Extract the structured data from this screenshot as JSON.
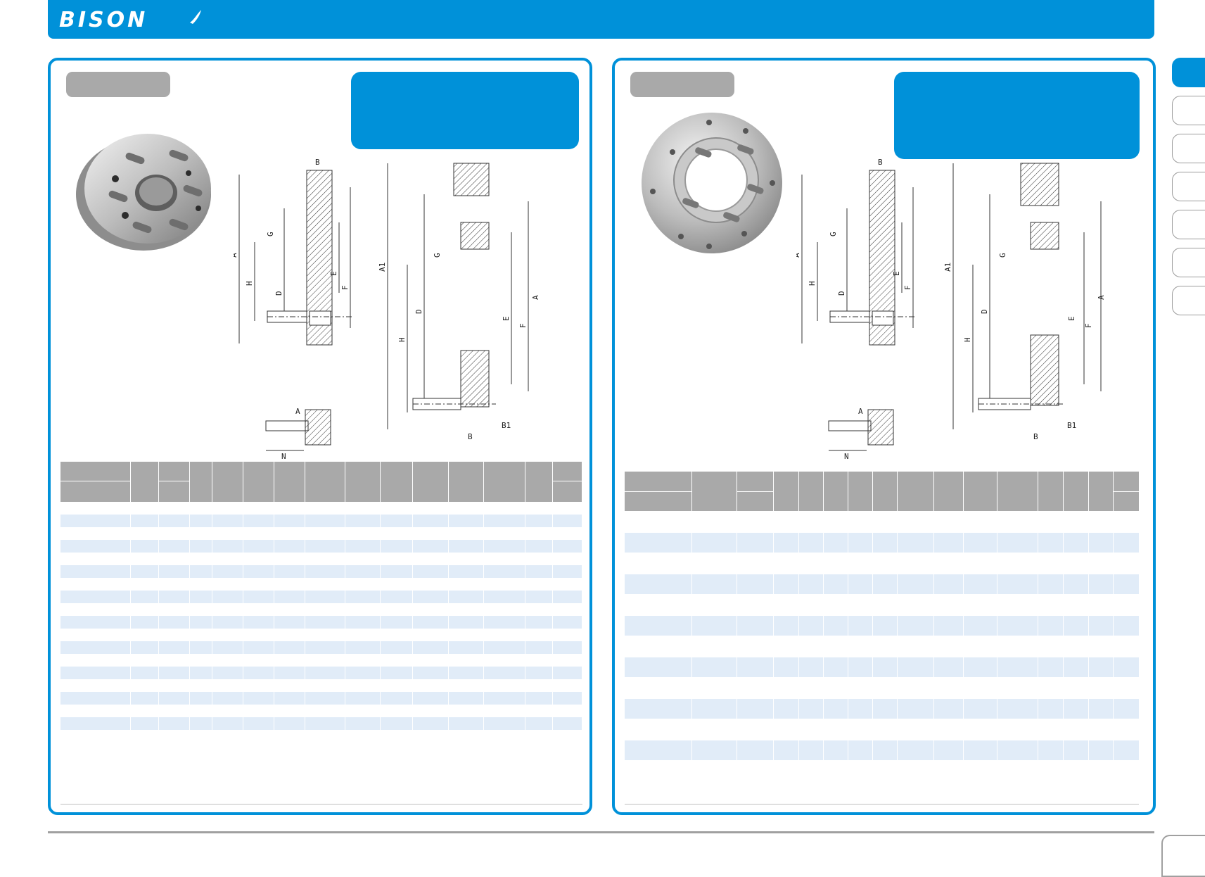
{
  "brand": {
    "name": "BISON"
  },
  "drawings": {
    "left": {
      "labels": [
        "A",
        "A1",
        "B",
        "B1",
        "D",
        "E",
        "F",
        "G",
        "H",
        "N"
      ]
    },
    "right": {
      "labels": [
        "A",
        "A1",
        "B",
        "B1",
        "D",
        "E",
        "F",
        "G",
        "H",
        "N"
      ]
    }
  },
  "colors": {
    "brand_blue": "#0091d9",
    "table_header": "#a9a9a9",
    "row_tint": "#e1ecf8"
  },
  "icons": [
    "bison-horn-logo",
    "adapter-plate-photo",
    "flange-plate-photo"
  ]
}
